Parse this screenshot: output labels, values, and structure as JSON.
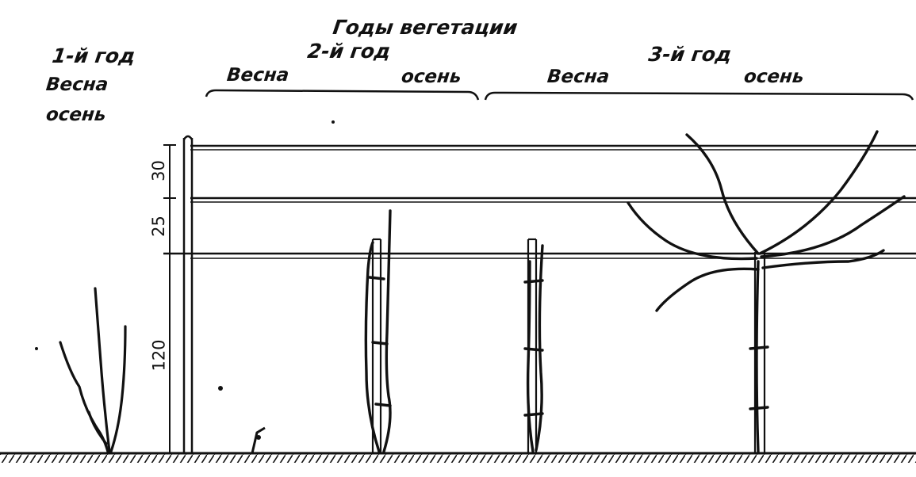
{
  "figure": {
    "header": "Годы вегетации",
    "year1": {
      "title": "1-й год",
      "spring": "Весна",
      "autumn": "осень"
    },
    "year2": {
      "title": "2-й год",
      "spring": "Весна",
      "autumn": "осень"
    },
    "year3": {
      "title": "3-й год",
      "spring": "Весна",
      "autumn": "осень"
    },
    "dimensions": [
      "30",
      "25",
      "120"
    ],
    "ink_color": "#111111"
  }
}
